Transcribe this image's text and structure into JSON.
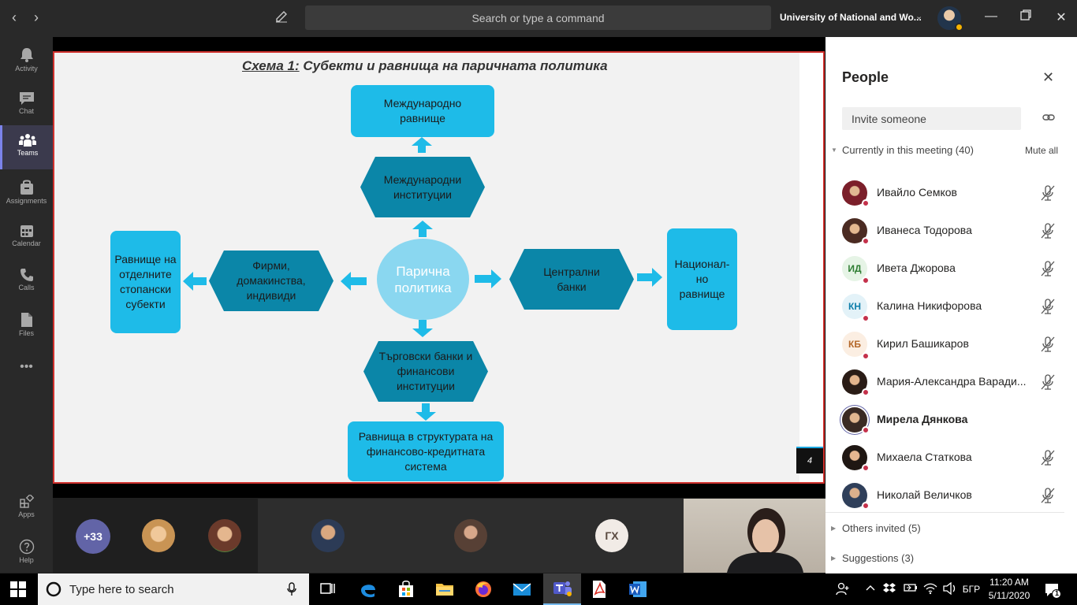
{
  "titlebar": {
    "search_placeholder": "Search or type a command",
    "org_name": "University of National and Wo..."
  },
  "rail": [
    {
      "label": "Activity",
      "icon": "bell-icon"
    },
    {
      "label": "Chat",
      "icon": "chat-icon"
    },
    {
      "label": "Teams",
      "icon": "teams-icon",
      "active": true
    },
    {
      "label": "Assignments",
      "icon": "assignments-icon"
    },
    {
      "label": "Calendar",
      "icon": "calendar-icon"
    },
    {
      "label": "Calls",
      "icon": "phone-icon"
    },
    {
      "label": "Files",
      "icon": "file-icon"
    },
    {
      "label": "Apps",
      "icon": "apps-icon"
    },
    {
      "label": "Help",
      "icon": "help-icon"
    }
  ],
  "slide": {
    "title_prefix": "Схема 1:",
    "title_rest": " Субекти и равнища на паричната политика",
    "page_number": "4",
    "center": "Парична политика",
    "top_box": "Международно равнище",
    "top_hex": "Международни институции",
    "left_box": "Равнище на отделните стопански субекти",
    "left_hex": "Фирми, домакинства, индивиди",
    "right_hex": "Централни банки",
    "right_box": "Национал-но равнище",
    "bottom_hex": "Търговски банки и финансови институции",
    "bottom_box": "Равнища в структурата на финансово-кредитната система"
  },
  "strip": {
    "overflow_count": "+33",
    "initials_tile": "ГХ"
  },
  "people_panel": {
    "title": "People",
    "invite_placeholder": "Invite someone",
    "current_section": "Currently in this meeting (40)",
    "mute_all": "Mute all",
    "participants": [
      {
        "name": "Ивайло Семков",
        "initials": "",
        "avatar": "photo"
      },
      {
        "name": "Иванеса Тодорова",
        "initials": "",
        "avatar": "photo"
      },
      {
        "name": "Ивета Джорова",
        "initials": "ИД",
        "avatar": "initials"
      },
      {
        "name": "Калина Никифорова",
        "initials": "КН",
        "avatar": "initials"
      },
      {
        "name": "Кирил Башикаров",
        "initials": "КБ",
        "avatar": "initials"
      },
      {
        "name": "Мария-Александра Варади...",
        "initials": "",
        "avatar": "photo"
      },
      {
        "name": "Мирела Дянкова",
        "initials": "",
        "avatar": "photo",
        "speaking": true
      },
      {
        "name": "Михаела Статкова",
        "initials": "",
        "avatar": "photo"
      },
      {
        "name": "Николай Величков",
        "initials": "",
        "avatar": "photo"
      }
    ],
    "others_invited": "Others invited (5)",
    "suggestions": "Suggestions (3)"
  },
  "taskbar": {
    "search_placeholder": "Type here to search",
    "language": "БГР",
    "time": "11:20 AM",
    "date": "5/11/2020",
    "notification_count": "1"
  }
}
